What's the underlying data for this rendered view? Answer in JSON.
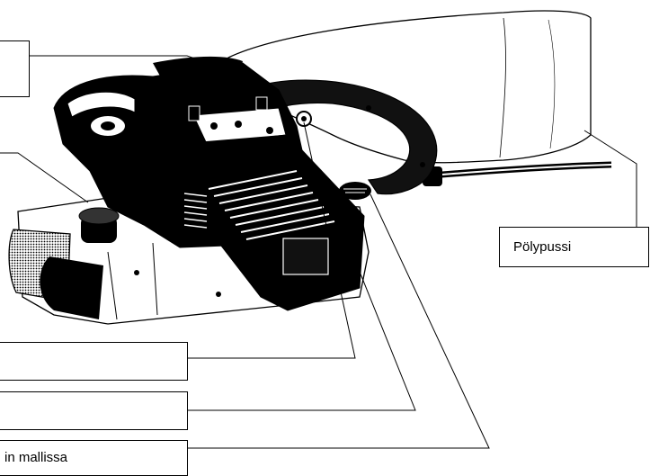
{
  "labels": {
    "dust_bag": "Pölypussi",
    "partial_bottom": "in mallissa"
  },
  "colors": {
    "ink": "#000000",
    "paper": "#ffffff"
  },
  "icons": {
    "tool": "belt-sander-illustration"
  }
}
